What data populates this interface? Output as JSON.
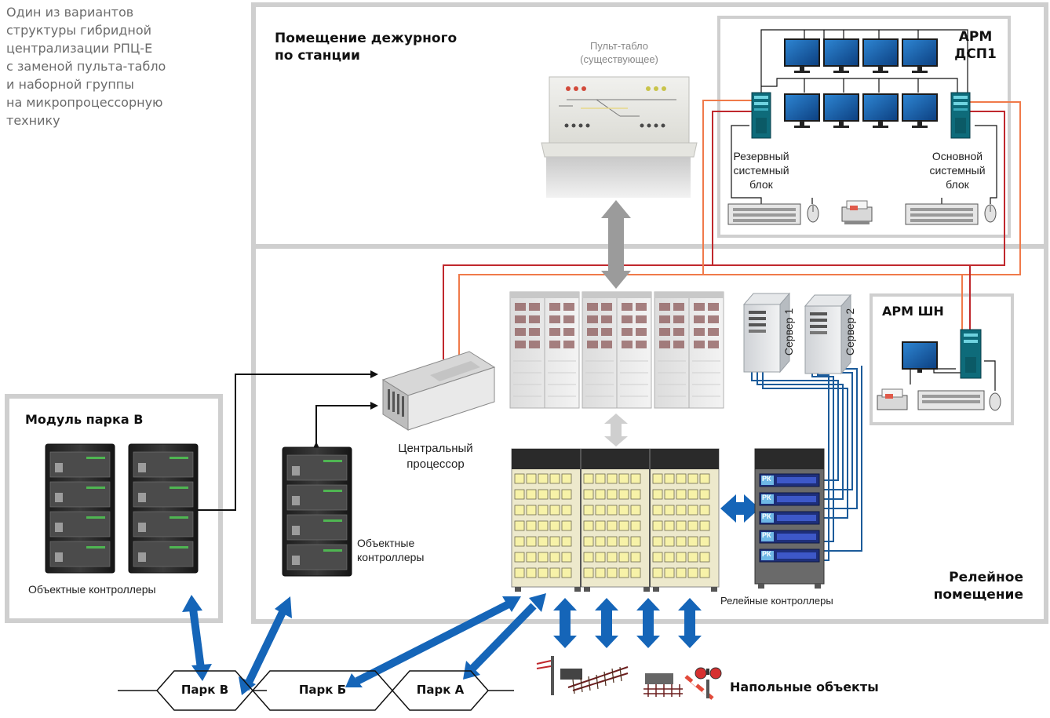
{
  "intro": {
    "lines": [
      "Один из вариантов",
      "структуры гибридной",
      "централизации РПЦ-Е",
      "с заменой пульта-табло",
      "и наборной группы",
      "на микропроцессорную",
      "технику"
    ]
  },
  "rooms": {
    "duty": {
      "title_line1": "Помещение дежурного",
      "title_line2": "по станции"
    },
    "relay": {
      "title_line1": "Релейное",
      "title_line2": "помещение"
    },
    "park_v_module": {
      "title": "Модуль парка В"
    },
    "arm_dsp": {
      "title_line1": "АРМ",
      "title_line2": "ДСП1"
    },
    "arm_shn": {
      "title": "АРМ ШН"
    }
  },
  "labels": {
    "panel_line1": "Пульт-табло",
    "panel_line2": "(существующее)",
    "reserve_line1": "Резервный",
    "reserve_line2": "системный",
    "reserve_line3": "блок",
    "main_line1": "Основной",
    "main_line2": "системный",
    "main_line3": "блок",
    "server1": "Сервер 1",
    "server2": "Сервер 2",
    "cpu_line1": "Центральный",
    "cpu_line2": "процессор",
    "obj_ctrl_line1": "Объектные",
    "obj_ctrl_line2": "контроллеры",
    "obj_ctrl_park_v": "Объектные контроллеры",
    "relay_ctrl": "Релейные контроллеры",
    "field_objects": "Напольные объекты",
    "rk_tag": "РК"
  },
  "parks": [
    "Парк В",
    "Парк Б",
    "Парк А"
  ],
  "colors": {
    "room_border": "#cfcfcf",
    "link_red": "#c0282d",
    "link_orange": "#f07a4a",
    "link_blue": "#1c5b9a",
    "arrow_blue": "#1565b8",
    "arrow_grey": "#9b9b9b",
    "intro_text": "#6b6b6b"
  }
}
